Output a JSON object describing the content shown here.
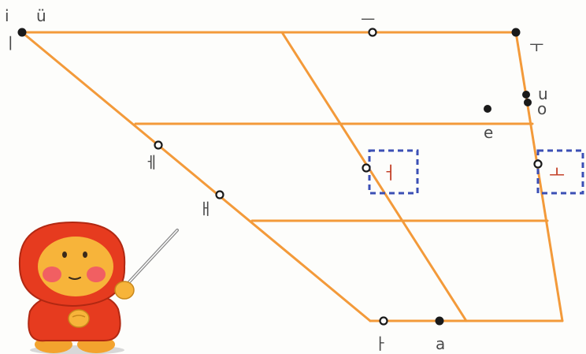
{
  "labels": {
    "i_latin": "i",
    "i_hangul": "ㅣ",
    "u_umlaut": "ü",
    "eu_hangul": "ㅡ",
    "u_hangul": "ㅜ",
    "u_latin": "u",
    "o_latin": "o",
    "e_latin": "e",
    "e_hangul": "ㅔ",
    "ae_hangul": "ㅐ",
    "eo_hangul": "ㅓ",
    "o_hangul": "ㅗ",
    "a_hangul": "ㅏ",
    "a_latin": "a"
  },
  "colors": {
    "line": "#f39a3a",
    "highlight_box": "#3b4fb5",
    "highlight_text": "#c4432a",
    "dot": "#1a1a1a",
    "label": "#4a4a4a",
    "mascot_hood": "#e63b1f",
    "mascot_face": "#f7b43a",
    "mascot_cheek": "#f0506a"
  },
  "mascot": {
    "icon": "hooded-child-with-pointer-icon"
  }
}
